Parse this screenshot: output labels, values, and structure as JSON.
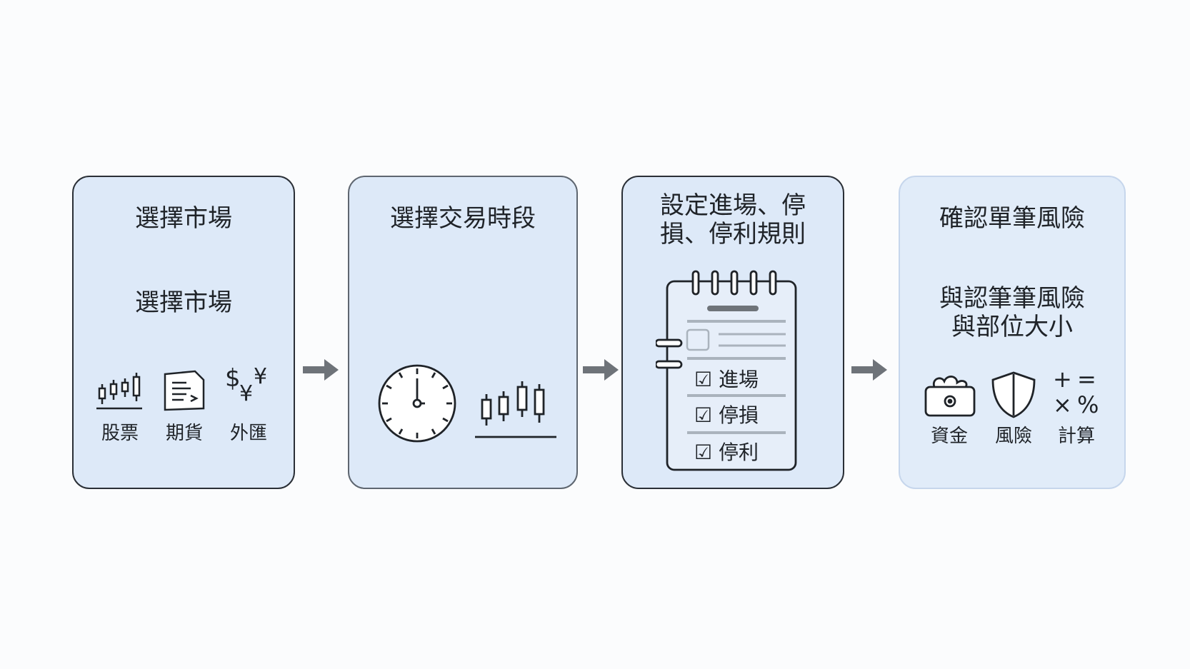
{
  "steps": [
    {
      "title": "選擇市場",
      "subtitle": "選擇市場",
      "items": [
        {
          "label": "股票",
          "icon": "candlestick-chart-icon"
        },
        {
          "label": "期貨",
          "icon": "contract-document-icon"
        },
        {
          "label": "外匯",
          "icon": "currency-exchange-icon"
        }
      ]
    },
    {
      "title": "選擇交易時段",
      "icons": [
        "clock-icon",
        "candlestick-chart-icon"
      ]
    },
    {
      "title_line1": "設定進場、停",
      "title_line2": "損、停利規則",
      "checklist": [
        "進場",
        "停損",
        "停利"
      ],
      "icon": "notepad-checklist-icon"
    },
    {
      "title": "確認單筆風險",
      "subtitle_line1": "與認筆筆風險",
      "subtitle_line2": "與部位大小",
      "items": [
        {
          "label": "資金",
          "icon": "wallet-money-icon"
        },
        {
          "label": "風險",
          "icon": "shield-icon"
        },
        {
          "label": "計算",
          "icon": "calculator-symbols-icon"
        }
      ]
    }
  ],
  "colors": {
    "card_fill": "#dde9f8",
    "card_border": "#2a2f36",
    "arrow": "#6e7379",
    "text": "#1f2328"
  }
}
